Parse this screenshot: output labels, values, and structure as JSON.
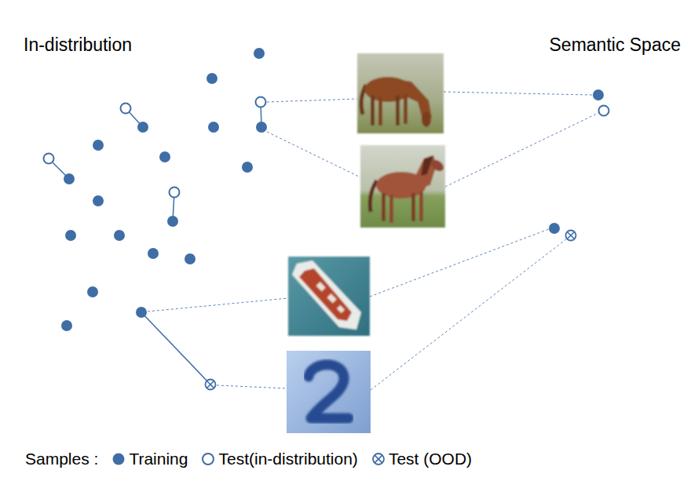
{
  "diagram": {
    "nodes": [
      {
        "text": [
          "In-distribution"
        ]
      },
      {
        "text": [
          "Semantic Space"
        ]
      }
    ],
    "labels": [
      "Samples :"
    ],
    "legend": [
      {
        "text": "Training"
      },
      {
        "text": "Test(in-distribution)"
      },
      {
        "text": "Test (OOD)"
      }
    ]
  }
}
